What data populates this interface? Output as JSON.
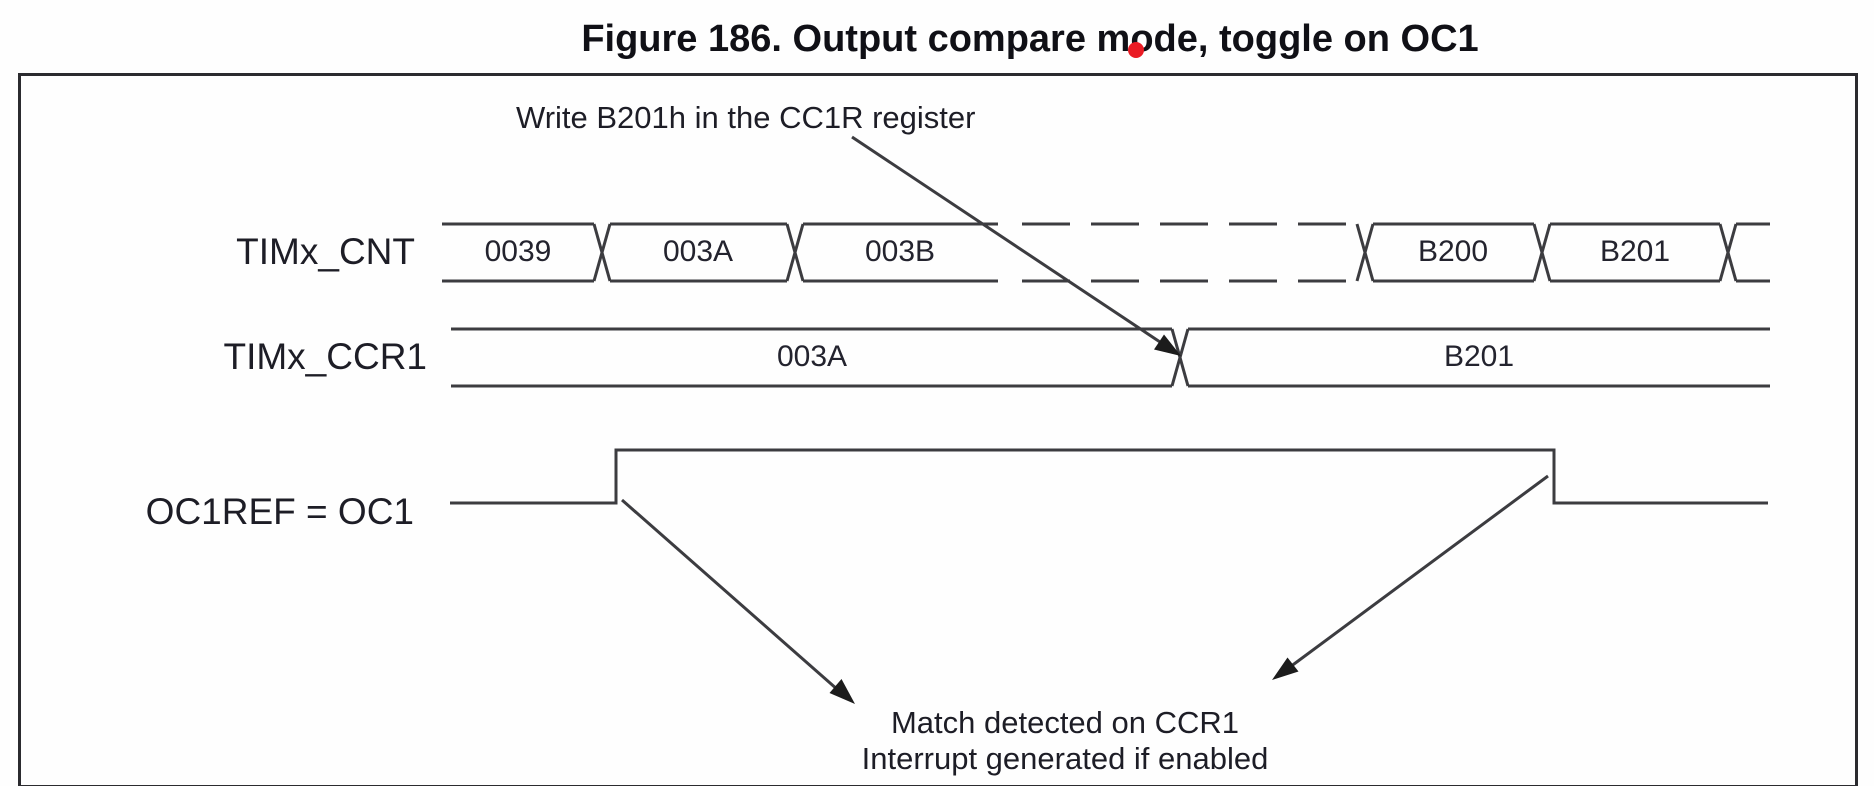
{
  "figure": {
    "title": "Figure 186. Output compare mode, toggle on OC1"
  },
  "annotations": {
    "write_label": "Write B201h in the CC1R register",
    "match_line1": "Match detected on CCR1",
    "match_line2": "Interrupt generated if enabled"
  },
  "signals": {
    "cnt": {
      "label": "TIMx_CNT",
      "values": [
        "0039",
        "003A",
        "003B",
        "B200",
        "B201"
      ]
    },
    "ccr1": {
      "label": "TIMx_CCR1",
      "values": [
        "003A",
        "B201"
      ]
    },
    "oc1ref": {
      "label": "OC1REF = OC1"
    }
  },
  "colors": {
    "line": "#3c3c40",
    "text": "#1d1d26",
    "title": "#101016",
    "red_dot": "#ea1b24",
    "frame_border": "#2b2b2f",
    "background": "#fefefe"
  }
}
